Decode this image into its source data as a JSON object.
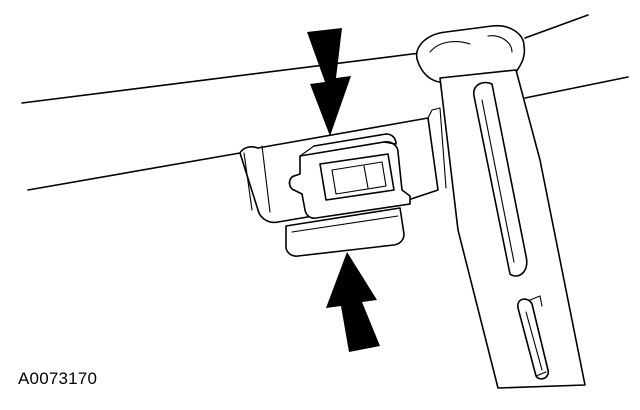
{
  "figure": {
    "id_label": "A0073170"
  },
  "callouts": [
    {
      "name": "arrow-down",
      "direction": "down"
    },
    {
      "name": "arrow-up",
      "direction": "up"
    }
  ],
  "colors": {
    "line": "#000000",
    "background": "#ffffff"
  }
}
